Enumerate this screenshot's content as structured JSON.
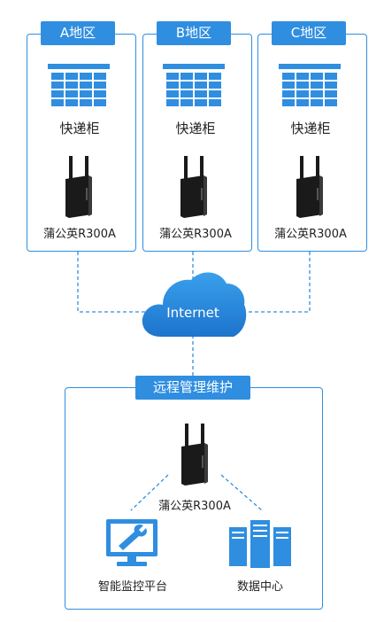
{
  "regions": [
    {
      "tab": "A地区",
      "cabinet_label": "快递柜",
      "router_label": "蒲公英R300A"
    },
    {
      "tab": "B地区",
      "cabinet_label": "快递柜",
      "router_label": "蒲公英R300A"
    },
    {
      "tab": "C地区",
      "cabinet_label": "快递柜",
      "router_label": "蒲公英R300A"
    }
  ],
  "cloud": {
    "label": "Internet"
  },
  "remote": {
    "tab": "远程管理维护",
    "router_label": "蒲公英R300A",
    "monitor_label": "智能监控平台",
    "datacenter_label": "数据中心"
  },
  "colors": {
    "accent": "#2f8ee0",
    "dark": "#1a1a1a"
  },
  "icons": [
    "cabinet-grid-icon",
    "router-icon",
    "cloud-icon",
    "monitor-wrench-icon",
    "server-rack-icon"
  ]
}
